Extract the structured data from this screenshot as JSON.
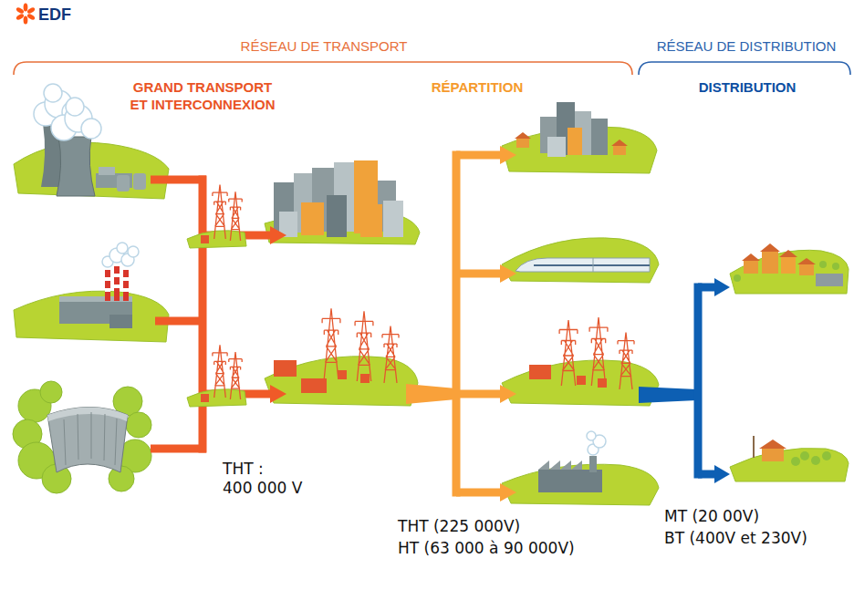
{
  "diagram": {
    "labels": [
      "EDF",
      "RÉSEAU DE TRANSPORT",
      "RÉSEAU DE DISTRIBUTION",
      "GRAND TRANSPORT ET INTERCONNEXION",
      "RÉPARTITION",
      "DISTRIBUTION",
      "THT : 400 000 V",
      "THT (225 000V)",
      "HT (63 000 à 90 000V)",
      "MT (20 00V)",
      "BT (400V et 230V)"
    ]
  }
}
